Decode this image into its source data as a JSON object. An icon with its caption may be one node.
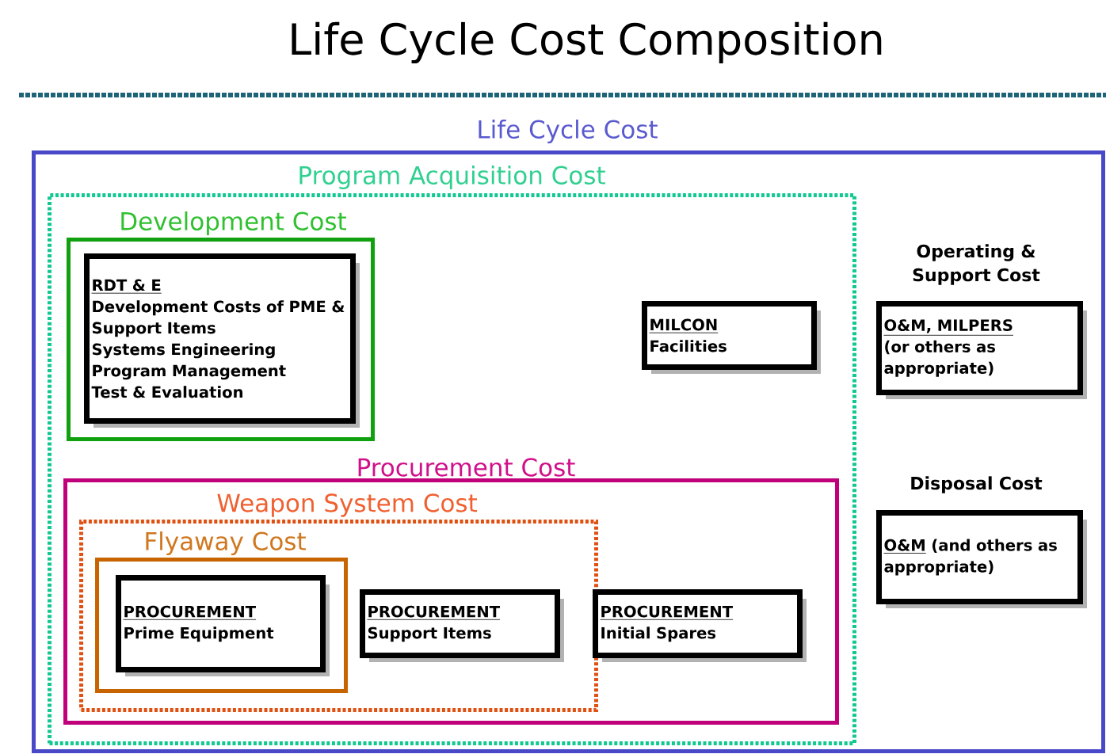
{
  "diagram": {
    "title": "Life Cycle Cost Composition",
    "nodes": [
      {
        "text": [
          "Life Cycle Cost"
        ]
      },
      {
        "text": [
          "Program Acquisition Cost"
        ],
        "in": 0
      },
      {
        "text": [
          "Development Cost"
        ],
        "in": 1
      },
      {
        "text": [
          "RDT & E",
          "Development Costs of PME & Support Items",
          "Systems Engineering",
          "Program Management",
          "Test & Evaluation"
        ],
        "in": 2
      },
      {
        "text": [
          "MILCON",
          "Facilities"
        ],
        "in": 1
      },
      {
        "text": [
          "Procurement Cost"
        ],
        "in": 1
      },
      {
        "text": [
          "Weapon System Cost"
        ],
        "in": 5
      },
      {
        "text": [
          "Flyaway Cost"
        ],
        "in": 6
      },
      {
        "text": [
          "PROCUREMENT",
          "Prime Equipment"
        ],
        "in": 7
      },
      {
        "text": [
          "PROCUREMENT",
          "Support Items"
        ],
        "in": 6
      },
      {
        "text": [
          "PROCUREMENT",
          "Initial Spares"
        ],
        "in": 5
      },
      {
        "text": [
          "Operating & Support Cost",
          "O&M, MILPERS",
          "(or others as appropriate)"
        ],
        "in": 0
      },
      {
        "text": [
          "Disposal Cost",
          "O&M",
          "(and others as appropriate)"
        ],
        "in": 0
      }
    ],
    "edges": []
  }
}
